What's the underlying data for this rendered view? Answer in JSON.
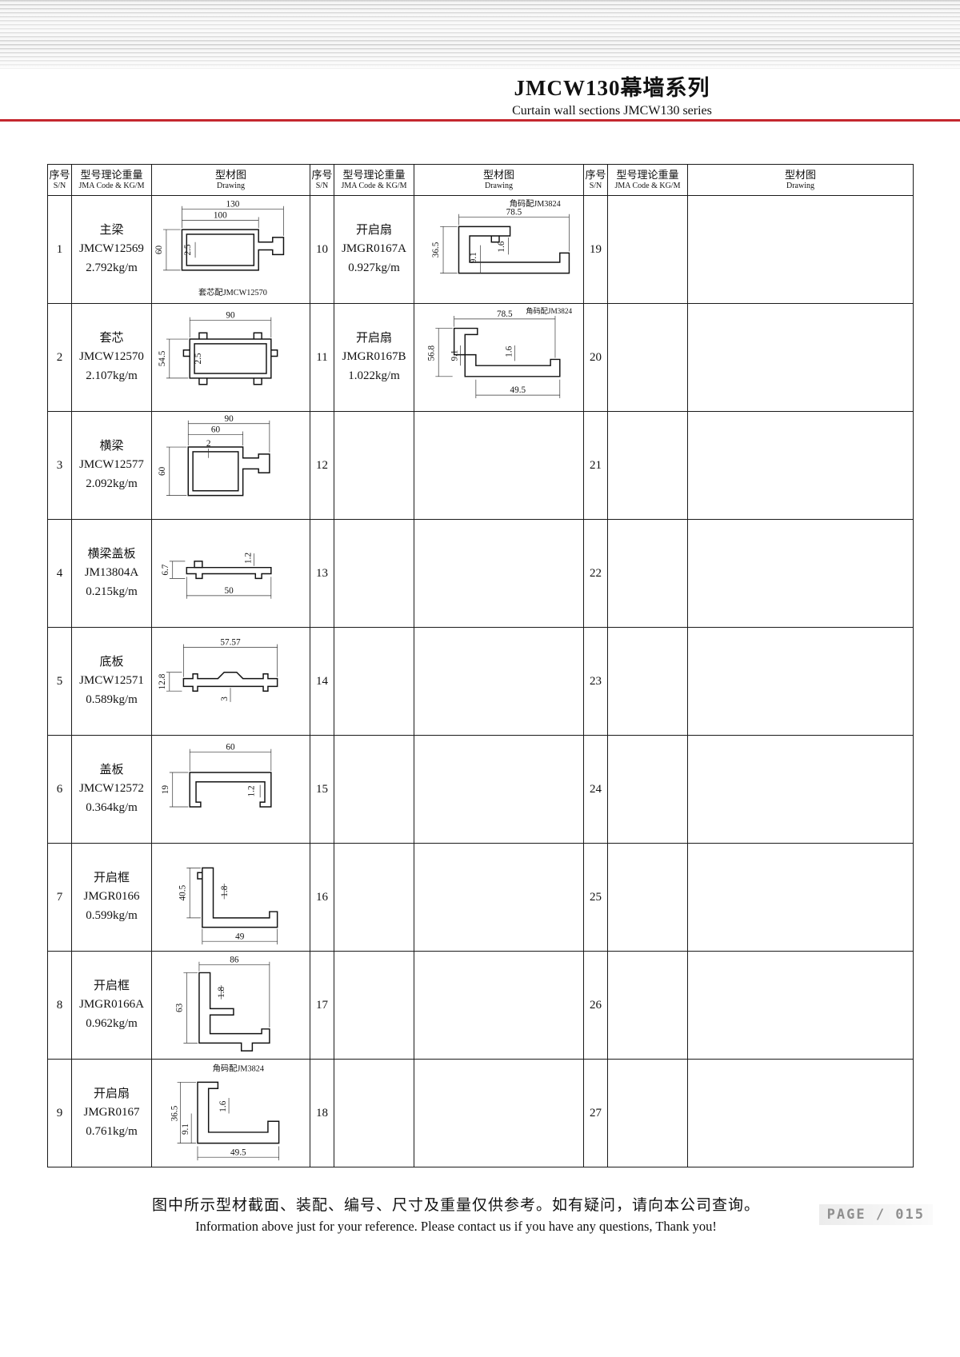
{
  "header": {
    "title": "JMCW130幕墙系列",
    "subtitle": "Curtain wall sections JMCW130 series"
  },
  "table": {
    "hdr": {
      "sn_cn": "序号",
      "sn_en": "S/N",
      "code_cn": "型号理论重量",
      "code_en": "JMA Code & KG/M",
      "draw_cn": "型材图",
      "draw_en": "Drawing"
    },
    "groups": [
      {
        "rows": [
          {
            "sn": "1",
            "name": "主梁",
            "code": "JMCW12569",
            "weight": "2.792kg/m",
            "shape": "d1",
            "labels": [
              "130",
              "100",
              "60",
              "2.5",
              "套芯配JMCW12570"
            ]
          },
          {
            "sn": "2",
            "name": "套芯",
            "code": "JMCW12570",
            "weight": "2.107kg/m",
            "shape": "d2",
            "labels": [
              "90",
              "54.5",
              "2.5"
            ]
          },
          {
            "sn": "3",
            "name": "横梁",
            "code": "JMCW12577",
            "weight": "2.092kg/m",
            "shape": "d3",
            "labels": [
              "90",
              "60",
              "2",
              "60"
            ]
          },
          {
            "sn": "4",
            "name": "横梁盖板",
            "code": "JM13804A",
            "weight": "0.215kg/m",
            "shape": "d4",
            "labels": [
              "6.7",
              "1.2",
              "50"
            ]
          },
          {
            "sn": "5",
            "name": "底板",
            "code": "JMCW12571",
            "weight": "0.589kg/m",
            "shape": "d5",
            "labels": [
              "57.57",
              "12.8",
              "3"
            ]
          },
          {
            "sn": "6",
            "name": "盖板",
            "code": "JMCW12572",
            "weight": "0.364kg/m",
            "shape": "d6",
            "labels": [
              "60",
              "19",
              "1.2"
            ]
          },
          {
            "sn": "7",
            "name": "开启框",
            "code": "JMGR0166",
            "weight": "0.599kg/m",
            "shape": "d7",
            "labels": [
              "40.5",
              "1.8",
              "49"
            ]
          },
          {
            "sn": "8",
            "name": "开启框",
            "code": "JMGR0166A",
            "weight": "0.962kg/m",
            "shape": "d8",
            "labels": [
              "86",
              "63",
              "1.8"
            ]
          },
          {
            "sn": "9",
            "name": "开启扇",
            "code": "JMGR0167",
            "weight": "0.761kg/m",
            "shape": "d9",
            "labels": [
              "角码配JM3824",
              "36.5",
              "9.1",
              "1.6",
              "49.5"
            ]
          }
        ]
      },
      {
        "rows": [
          {
            "sn": "10",
            "name": "开启扇",
            "code": "JMGR0167A",
            "weight": "0.927kg/m",
            "shape": "d10",
            "labels": [
              "角码配JM3824",
              "78.5",
              "36.5",
              "9.1",
              "1.6"
            ]
          },
          {
            "sn": "11",
            "name": "开启扇",
            "code": "JMGR0167B",
            "weight": "1.022kg/m",
            "shape": "d11",
            "labels": [
              "78.5",
              "角码配JM3824",
              "56.8",
              "9.1",
              "1.6",
              "49.5"
            ]
          },
          {
            "sn": "12"
          },
          {
            "sn": "13"
          },
          {
            "sn": "14"
          },
          {
            "sn": "15"
          },
          {
            "sn": "16"
          },
          {
            "sn": "17"
          },
          {
            "sn": "18"
          }
        ]
      },
      {
        "rows": [
          {
            "sn": "19"
          },
          {
            "sn": "20"
          },
          {
            "sn": "21"
          },
          {
            "sn": "22"
          },
          {
            "sn": "23"
          },
          {
            "sn": "24"
          },
          {
            "sn": "25"
          },
          {
            "sn": "26"
          },
          {
            "sn": "27"
          }
        ]
      }
    ]
  },
  "footer": {
    "note_cn": "图中所示型材截面、装配、编号、尺寸及重量仅供参考。如有疑问，请向本公司查询。",
    "note_en": "Information above just for your reference. Please contact us if you have any questions, Thank you!",
    "page": "PAGE / 015"
  }
}
